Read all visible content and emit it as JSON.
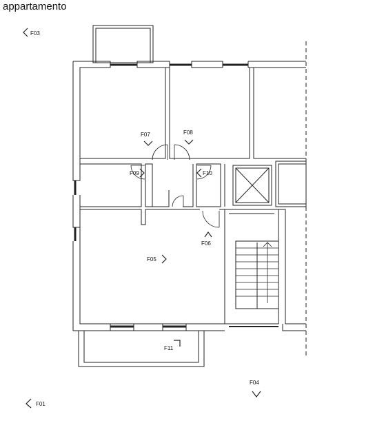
{
  "title": "appartamento",
  "markers": [
    {
      "id": "F01",
      "label": "F01"
    },
    {
      "id": "F03",
      "label": "F03"
    },
    {
      "id": "F04",
      "label": "F04"
    },
    {
      "id": "F05",
      "label": "F05"
    },
    {
      "id": "F06",
      "label": "F06"
    },
    {
      "id": "F07",
      "label": "F07"
    },
    {
      "id": "F08",
      "label": "F08"
    },
    {
      "id": "F09",
      "label": "F09"
    },
    {
      "id": "F10",
      "label": "F10"
    },
    {
      "id": "F11",
      "label": "F11"
    }
  ]
}
